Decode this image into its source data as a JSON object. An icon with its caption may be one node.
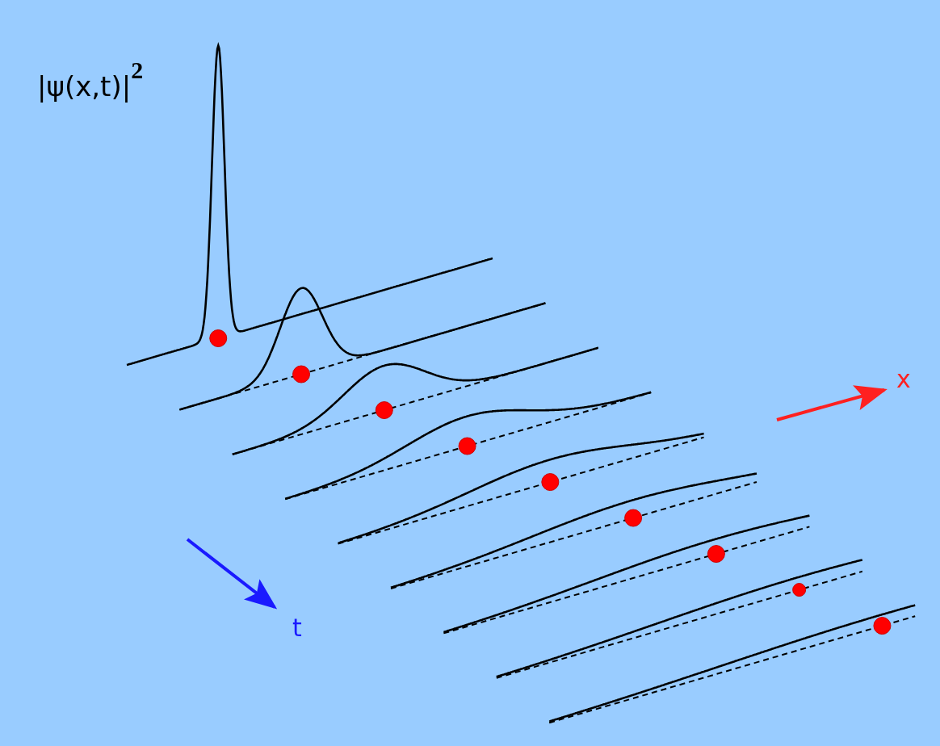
{
  "diagram": {
    "labels": [
      "|ψ(x,t)|$^{2}$",
      "x",
      "t"
    ]
  }
}
